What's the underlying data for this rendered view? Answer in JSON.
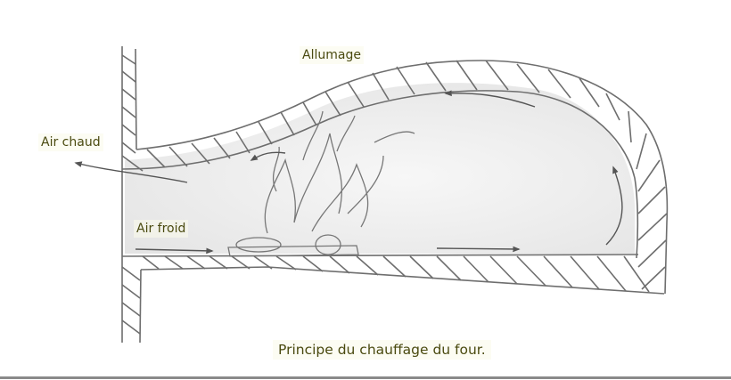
{
  "diagram": {
    "title": "Principe du chauffage du four.",
    "labels": {
      "ignition": "Allumage",
      "hot_air": "Air chaud",
      "cold_air": "Air froid"
    },
    "colors": {
      "text": "#4a4a10",
      "pencil": "#6e6e6e",
      "rule": "#8a8a8a"
    }
  }
}
